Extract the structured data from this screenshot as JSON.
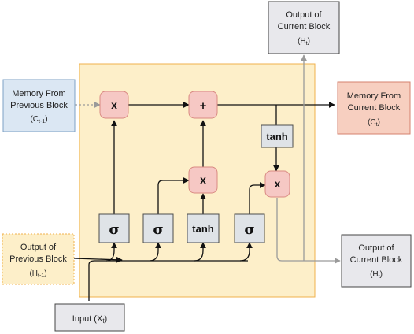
{
  "colors": {
    "cell_fill": "#fdefc9",
    "cell_stroke": "#f0b24c",
    "op_fill": "#f6c8c4",
    "op_stroke": "#d98a82",
    "gate_fill": "#dfe3e7",
    "gate_stroke": "#4c4c4c",
    "memory_in_fill": "#dbe7f3",
    "memory_in_stroke": "#7ea1c4",
    "memory_out_fill": "#f7cfc0",
    "memory_out_stroke": "#d4826e",
    "prev_out_fill": "#fdefc9",
    "prev_out_stroke": "#f0b24c",
    "output_fill": "#e8e8ec",
    "output_stroke": "#444444",
    "line": "#111111",
    "output_line": "#9a9a9a"
  },
  "nodes": {
    "memory_in": {
      "line1": "Memory From",
      "line2": "Previous Block",
      "sym": "(C",
      "sub": "t-1",
      "close": ")"
    },
    "memory_out": {
      "line1": "Memory From",
      "line2": "Current Block",
      "sym": "(C",
      "sub": "t",
      "close": ")"
    },
    "output_top": {
      "line1": "Output of",
      "line2": "Current Block",
      "sym": "(H",
      "sub": "t",
      "close": ")"
    },
    "output_right": {
      "line1": "Output of",
      "line2": "Current Block",
      "sym": "(H",
      "sub": "t",
      "close": ")"
    },
    "prev_output": {
      "line1": "Output of",
      "line2": "Previous Block",
      "sym": "(H",
      "sub": "t-1",
      "close": ")"
    },
    "input": {
      "text": "Input (X",
      "sub": "t",
      "close": ")"
    }
  },
  "ops": {
    "forget_mult": "x",
    "add": "+",
    "input_mult": "x",
    "output_mult": "x",
    "tanh_cell": "tanh"
  },
  "gates": {
    "forget_sigma": "σ",
    "input_sigma": "σ",
    "candidate_tanh": "tanh",
    "output_sigma": "σ"
  }
}
